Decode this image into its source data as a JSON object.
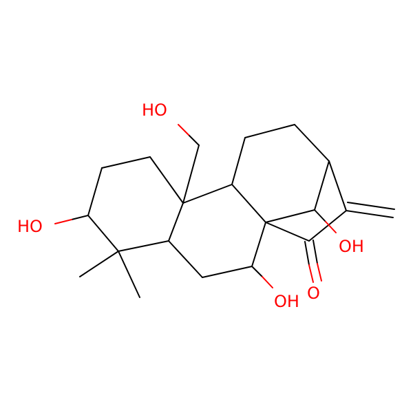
{
  "molecule": {
    "atom_labels": {
      "oh_top": "HO",
      "oh_left": "HO",
      "oh_bottom": "OH",
      "oh_right": "OH",
      "o_ketone": "O"
    },
    "colors": {
      "carbon_bond": "#000000",
      "oxygen": "#ff0000",
      "background": "#ffffff"
    }
  }
}
